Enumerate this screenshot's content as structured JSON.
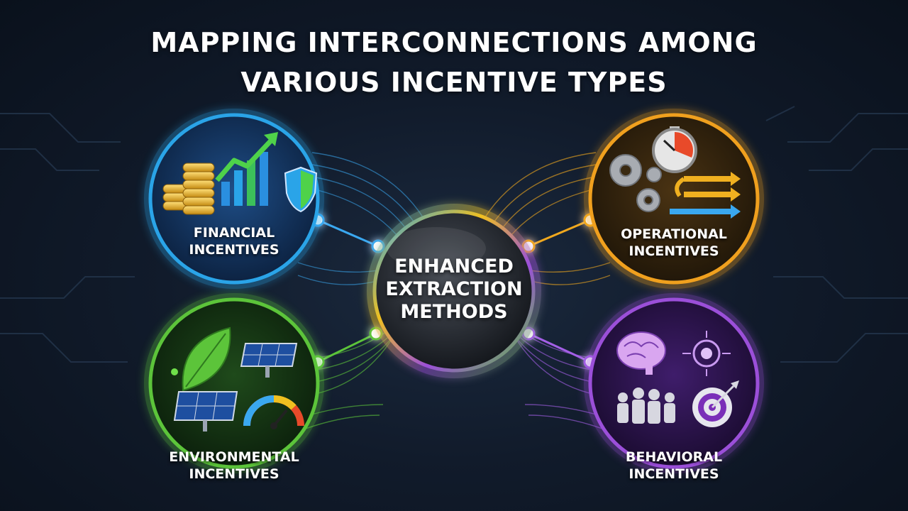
{
  "title": {
    "line1": "MAPPING INTERCONNECTIONS AMONG",
    "line2": "VARIOUS INCENTIVE TYPES"
  },
  "center": {
    "line1": "ENHANCED",
    "line2": "EXTRACTION",
    "line3": "METHODS"
  },
  "nodes": {
    "financial": {
      "line1": "FINANCIAL",
      "line2": "INCENTIVES",
      "color": "#2aa4e8"
    },
    "operational": {
      "line1": "OPERATIONAL",
      "line2": "INCENTIVES",
      "color": "#f0a01e"
    },
    "environmental": {
      "line1": "ENVIRONMENTAL",
      "line2": "INCENTIVES",
      "color": "#5cc43a"
    },
    "behavioral": {
      "line1": "BEHAVIORAL",
      "line2": "INCENTIVES",
      "color": "#9b4fd9"
    }
  },
  "icons": {
    "financial": [
      "coins-icon",
      "growth-chart-icon",
      "shield-icon"
    ],
    "operational": [
      "stopwatch-icon",
      "gears-icon",
      "process-arrows-icon"
    ],
    "environmental": [
      "leaf-icon",
      "solar-panel-icon",
      "gauge-icon"
    ],
    "behavioral": [
      "brain-icon",
      "eye-network-icon",
      "team-icon",
      "target-icon"
    ]
  }
}
